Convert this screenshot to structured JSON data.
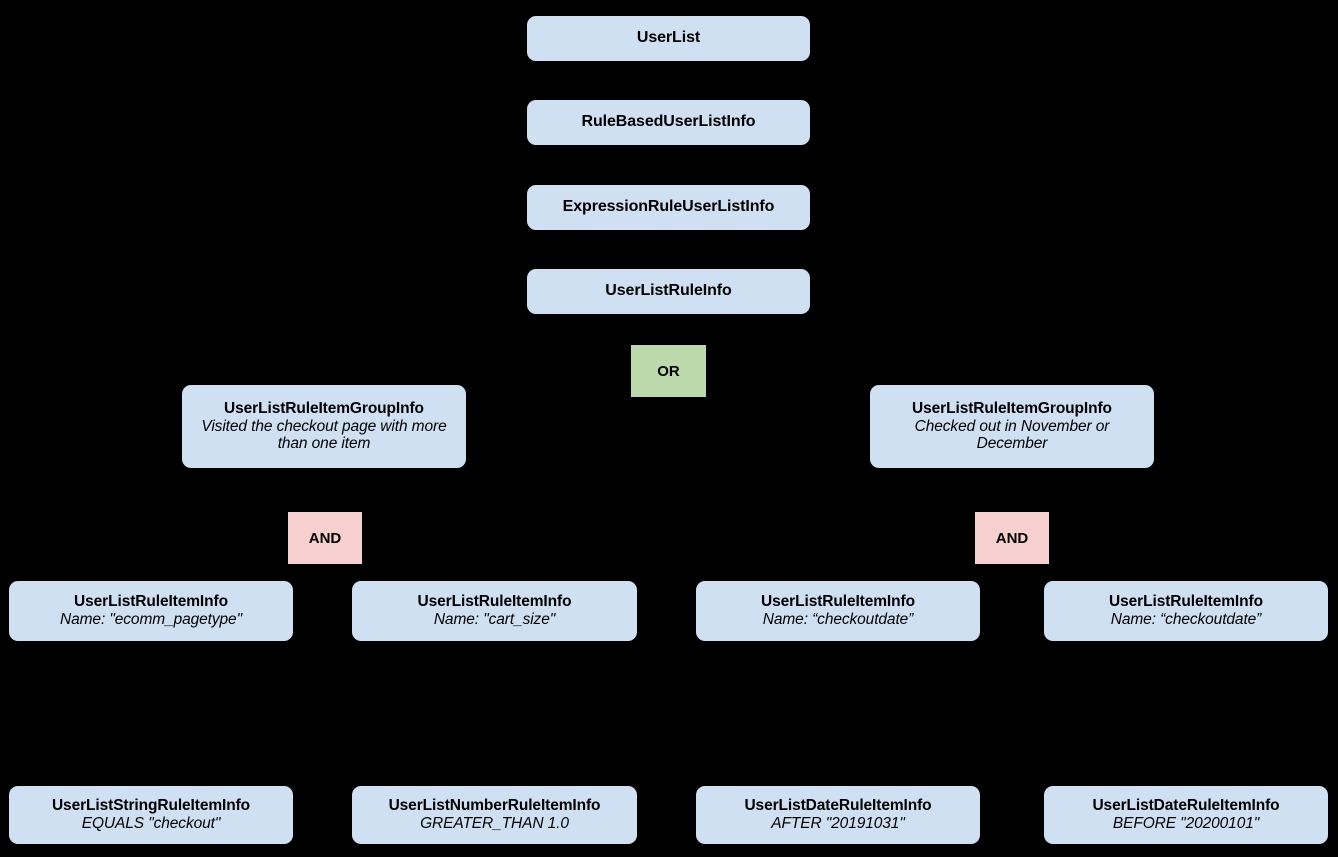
{
  "diagram": {
    "type": "tree",
    "title": "",
    "background_color": "#000000",
    "node_fill": "#cfe0f2",
    "or_fill": "#bcd9ab",
    "and_fill": "#f6d0ce",
    "text_color": "#000000"
  },
  "nodes": {
    "user_list": {
      "title": "UserList",
      "sub": ""
    },
    "rule_based": {
      "title": "RuleBasedUserListInfo",
      "sub": ""
    },
    "expression_rule": {
      "title": "ExpressionRuleUserListInfo",
      "sub": ""
    },
    "rule_info": {
      "title": "UserListRuleInfo",
      "sub": ""
    },
    "or_operator": {
      "label": "OR"
    },
    "group_left": {
      "title": "UserListRuleItemGroupInfo",
      "sub": "Visited the checkout page with more than one item"
    },
    "group_right": {
      "title": "UserListRuleItemGroupInfo",
      "sub": "Checked out in November or December"
    },
    "and_left": {
      "label": "AND"
    },
    "and_right": {
      "label": "AND"
    },
    "item_pagetype": {
      "title": "UserListRuleItemInfo",
      "sub": "Name: \"ecomm_pagetype\""
    },
    "item_cartsize": {
      "title": "UserListRuleItemInfo",
      "sub": "Name: \"cart_size\""
    },
    "item_checkoutdate_1": {
      "title": "UserListRuleItemInfo",
      "sub": "Name: “checkoutdate”"
    },
    "item_checkoutdate_2": {
      "title": "UserListRuleItemInfo",
      "sub": "Name: “checkoutdate”"
    },
    "string_rule": {
      "title": "UserListStringRuleItemInfo",
      "sub": "EQUALS \"checkout\""
    },
    "number_rule": {
      "title": "UserListNumberRuleItemInfo",
      "sub": "GREATER_THAN 1.0"
    },
    "date_rule_after": {
      "title": "UserListDateRuleItemInfo",
      "sub": "AFTER \"20191031\""
    },
    "date_rule_before": {
      "title": "UserListDateRuleItemInfo",
      "sub": "BEFORE \"20200101\""
    }
  },
  "edges": [
    {
      "from": "user_list",
      "to": "rule_based"
    },
    {
      "from": "rule_based",
      "to": "expression_rule"
    },
    {
      "from": "expression_rule",
      "to": "rule_info"
    },
    {
      "from": "rule_info",
      "to": "group_left"
    },
    {
      "from": "rule_info",
      "to": "group_right"
    },
    {
      "from": "group_left",
      "to": "item_pagetype"
    },
    {
      "from": "group_left",
      "to": "item_cartsize"
    },
    {
      "from": "group_right",
      "to": "item_checkoutdate_1"
    },
    {
      "from": "group_right",
      "to": "item_checkoutdate_2"
    },
    {
      "from": "item_pagetype",
      "to": "string_rule"
    },
    {
      "from": "item_cartsize",
      "to": "number_rule"
    },
    {
      "from": "item_checkoutdate_1",
      "to": "date_rule_after"
    },
    {
      "from": "item_checkoutdate_2",
      "to": "date_rule_before"
    }
  ]
}
